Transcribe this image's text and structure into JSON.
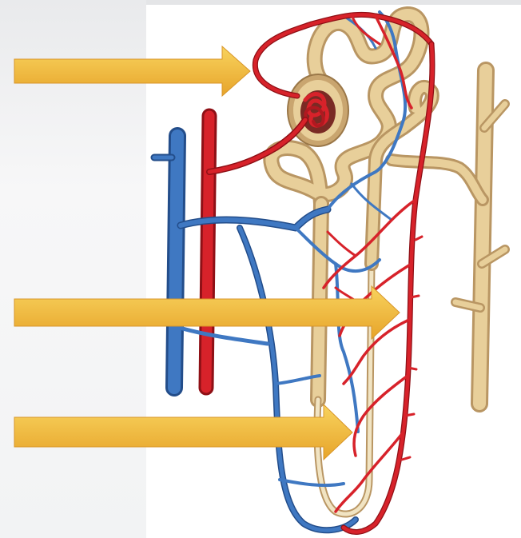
{
  "diagram": {
    "subject": "nephron-with-blood-supply",
    "colors": {
      "artery": "#d7222a",
      "artery_dark": "#8f1016",
      "vein": "#3f78c2",
      "vein_dark": "#234d8a",
      "tubule": "#e8cf9a",
      "tubule_dark": "#b99663",
      "arrow_top": "#f7cf56",
      "arrow_bottom": "#e9a52c"
    },
    "pointers": [
      {
        "name": "arrow-1",
        "points_to": "afferent-arteriole-glomerulus"
      },
      {
        "name": "arrow-2",
        "points_to": "peritubular-capillaries"
      },
      {
        "name": "arrow-3",
        "points_to": "vasa-recta"
      }
    ]
  }
}
